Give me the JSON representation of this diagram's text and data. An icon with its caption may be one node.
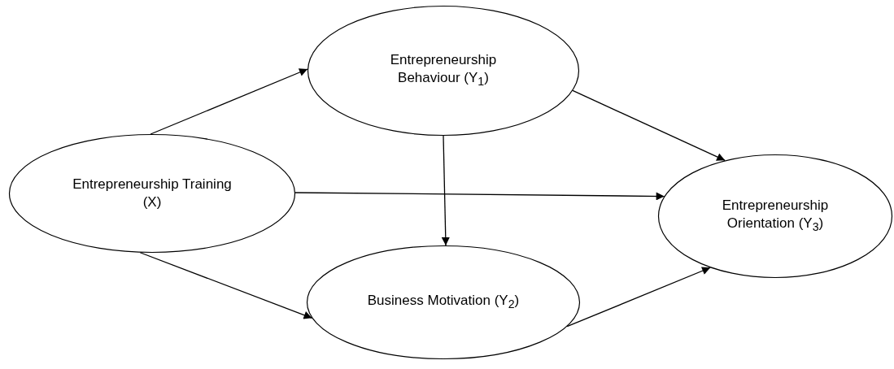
{
  "diagram": {
    "nodes": [
      {
        "text": [
          "Entrepreneurship Training (X)"
        ]
      },
      {
        "text": [
          "Entrepreneurship Behaviour (Y$_{1}$)"
        ]
      },
      {
        "text": [
          "Business Motivation (Y$_{2}$)"
        ]
      },
      {
        "text": [
          "Entrepreneurship Orientation (Y$_{3}$)"
        ]
      }
    ],
    "edges": [
      {
        "from": 0,
        "to": 1,
        "arrow": "to"
      },
      {
        "from": 1,
        "to": 3,
        "arrow": "to"
      },
      {
        "from": 0,
        "to": 3,
        "arrow": "to"
      },
      {
        "from": 1,
        "to": 2,
        "arrow": "to"
      },
      {
        "from": 0,
        "to": 2,
        "arrow": "to"
      },
      {
        "from": 2,
        "to": 3,
        "arrow": "to"
      }
    ]
  }
}
